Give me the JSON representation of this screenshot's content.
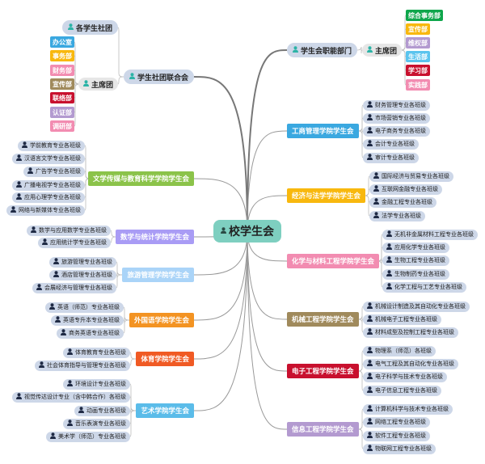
{
  "root": {
    "label": "校学生会",
    "icon": "person-icon"
  },
  "shetuan": {
    "label": "学生社团联合会",
    "groups": {
      "label": "各学生社团"
    },
    "chair": {
      "label": "主席团",
      "depts": [
        {
          "label": "办公室",
          "color": "#3aa8e0"
        },
        {
          "label": "事务部",
          "color": "#f8b80e"
        },
        {
          "label": "财务部",
          "color": "#f28cb1"
        },
        {
          "label": "宣传部",
          "color": "#a08a5c"
        },
        {
          "label": "联络部",
          "color": "#c8102e"
        },
        {
          "label": "认证部",
          "color": "#b39ad0"
        },
        {
          "label": "调研部",
          "color": "#f28cb1"
        }
      ]
    }
  },
  "zhineng": {
    "label": "学生会职能部门",
    "chair": {
      "label": "主席团",
      "depts": [
        {
          "label": "综合事务部",
          "color": "#0ea64b"
        },
        {
          "label": "宣传部",
          "color": "#f8b80e"
        },
        {
          "label": "维权部",
          "color": "#b39ad0"
        },
        {
          "label": "生活部",
          "color": "#5bc4ee"
        },
        {
          "label": "学习部",
          "color": "#c8102e"
        },
        {
          "label": "实践部",
          "color": "#f28cb1"
        }
      ]
    }
  },
  "left": [
    {
      "label": "文学传媒与教育科学学院学生会",
      "color": "#8bc34a",
      "children": [
        "学前教育专业各班级",
        "汉语言文学专业各班级",
        "广告学专业各班级",
        "广播电视学专业各班级",
        "应用心理学专业各班级",
        "网络与新媒体专业各班级"
      ]
    },
    {
      "label": "数学与统计学院学生会",
      "color": "#a99cf5",
      "children": [
        "数学与应用数学专业各班级",
        "应用统计学专业各班级"
      ]
    },
    {
      "label": "旅游管理学院学生会",
      "color": "#aad4f8",
      "children": [
        "旅游管理专业各班级",
        "酒店管理专业各班级",
        "会展经济与管理专业各班级"
      ]
    },
    {
      "label": "外国语学院学生会",
      "color": "#f39322",
      "children": [
        "英语（师范）专业各班级",
        "英语专升本专业各班级",
        "商务英语专业各班级"
      ]
    },
    {
      "label": "体育学院学生会",
      "color": "#f05a24",
      "children": [
        "体育教育专业各班级",
        "社会体育指导与管理专业各班级"
      ]
    },
    {
      "label": "艺术学院学生会",
      "color": "#5bbce9",
      "children": [
        "环境设计专业各班级",
        "视觉传达设计专业（含中韩合作）各班级",
        "动画专业各班级",
        "音乐表演专业各班级",
        "美术学（师范）专业各班级"
      ]
    }
  ],
  "right": [
    {
      "label": "工商管理学院学生会",
      "color": "#3aa8e0",
      "children": [
        "财务管理专业各班级",
        "市场营销专业各班级",
        "电子商务专业各班级",
        "会计专业各班级",
        "审计专业各班级"
      ]
    },
    {
      "label": "经济与法学学院学生会",
      "color": "#f8b80e",
      "children": [
        "国际经济与贸易专业各班级",
        "互联网金融专业各班级",
        "金融工程专业各班级",
        "法学专业各班级"
      ]
    },
    {
      "label": "化学与材料工程学院学生会",
      "color": "#f28cb1",
      "children": [
        "无机非金属材料工程专业各班级",
        "应用化学专业各班级",
        "生物工程专业各班级",
        "生物制药专业各班级",
        "化学工程与工艺专业各班级"
      ]
    },
    {
      "label": "机械工程学院学生会",
      "color": "#a08a5c",
      "children": [
        "机械设计制造及其自动化专业各班级",
        "机械电子工程专业各班级",
        "材料成型及控制工程专业各班级"
      ]
    },
    {
      "label": "电子工程学院学生会",
      "color": "#c8102e",
      "children": [
        "物理系（师范）各班级",
        "电气工程及其自动化专业各班级",
        "电子科学与技术专业各班级",
        "电子信息工程专业各班级"
      ]
    },
    {
      "label": "信息工程学院学生会",
      "color": "#b39ad0",
      "children": [
        "计算机科学与技术专业各班级",
        "网络工程专业各班级",
        "软件工程专业各班级",
        "物联网工程专业各班级"
      ]
    }
  ]
}
